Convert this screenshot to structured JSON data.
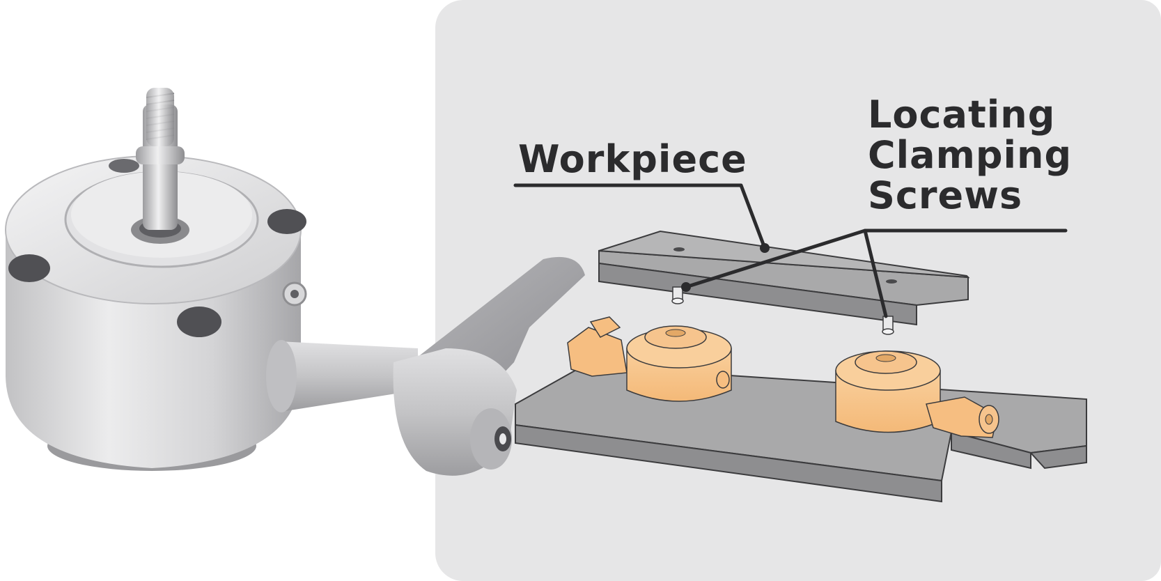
{
  "diagram": {
    "labels": {
      "workpiece": "Workpiece",
      "screws_line1": "Locating",
      "screws_line2": "Clamping",
      "screws_line3": "Screws"
    }
  },
  "colors": {
    "panel_background": "#e6e6e7",
    "label_text": "#2b2b2d",
    "leader_line": "#2b2b2d",
    "plate_gray": "#a9a9aa",
    "clamp_orange": "#f7c58c",
    "steel": "#c9c9cb"
  }
}
